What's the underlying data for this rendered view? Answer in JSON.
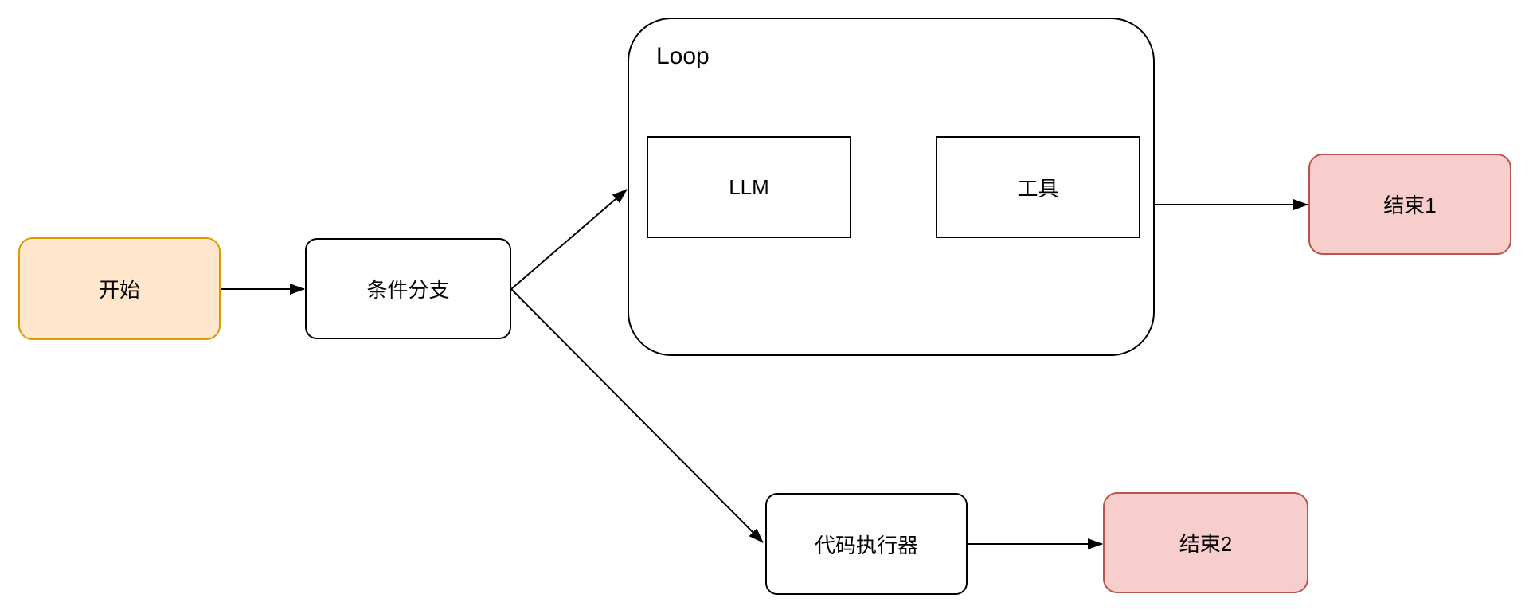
{
  "diagram": {
    "type": "flowchart",
    "nodes": {
      "start": {
        "label": "开始",
        "shape": "rounded-rect",
        "fill": "#FFE6CC",
        "border": "#D79B00"
      },
      "branch": {
        "label": "条件分支",
        "shape": "rounded-rect",
        "fill": "#FFFFFF",
        "border": "#000000"
      },
      "loop": {
        "label": "Loop",
        "shape": "rounded-container",
        "fill": "#FFFFFF",
        "border": "#000000"
      },
      "llm": {
        "label": "LLM",
        "shape": "rect",
        "fill": "#FFFFFF",
        "border": "#000000"
      },
      "tool": {
        "label": "工具",
        "shape": "rect",
        "fill": "#FFFFFF",
        "border": "#000000"
      },
      "end1": {
        "label": "结束1",
        "shape": "rounded-rect",
        "fill": "#F8CECC",
        "border": "#B85450"
      },
      "code": {
        "label": "代码执行器",
        "shape": "rounded-rect",
        "fill": "#FFFFFF",
        "border": "#000000"
      },
      "end2": {
        "label": "结束2",
        "shape": "rounded-rect",
        "fill": "#F8CECC",
        "border": "#B85450"
      }
    },
    "edges": [
      {
        "from": "start",
        "to": "branch",
        "arrow": "filled-triangle"
      },
      {
        "from": "branch",
        "to": "loop",
        "arrow": "filled-triangle"
      },
      {
        "from": "llm",
        "to": "tool",
        "arrow": "filled-triangle"
      },
      {
        "from": "loop",
        "to": "end1",
        "arrow": "filled-triangle"
      },
      {
        "from": "branch",
        "to": "code",
        "arrow": "filled-triangle"
      },
      {
        "from": "code",
        "to": "end2",
        "arrow": "filled-triangle"
      }
    ],
    "containment": {
      "loop": [
        "llm",
        "tool"
      ]
    }
  },
  "colors": {
    "canvas-bg": "#ffffff",
    "line-color": "#000000",
    "label-color": "#000000",
    "node-fill": "#ffffff",
    "start-fill": "#FFE6CC",
    "start-border": "#D79B00",
    "end-fill": "#F8CECC",
    "end-border": "#B85450"
  }
}
